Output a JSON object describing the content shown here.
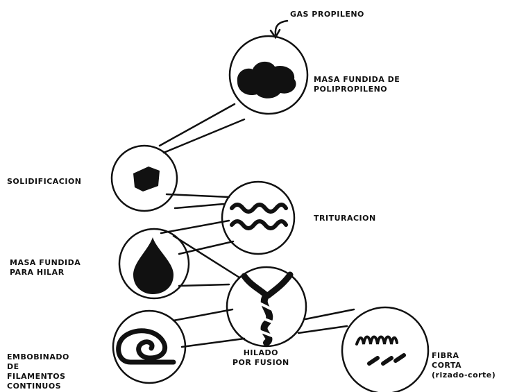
{
  "top_label": "GAS PROPILENO",
  "stages": {
    "molten_mass": {
      "line1": "MASA FUNDIDA DE",
      "line2": "POLIPROPILENO"
    },
    "solidification": {
      "line1": "SOLIDIFICACION"
    },
    "grinding": {
      "line1": "TRITURACION"
    },
    "spinning_melt": {
      "line1": "MASA FUNDIDA",
      "line2": "PARA HILAR"
    },
    "melt_spinning": {
      "line1": "HILADO",
      "line2": "POR FUSION"
    },
    "winding": {
      "line1": "EMBOBINADO",
      "line2": "DE",
      "line3": "FILAMENTOS",
      "line4": "CONTINUOS"
    },
    "staple_fiber": {
      "line1": "FIBRA",
      "line2": "CORTA",
      "line3": "(rizado-corte)"
    }
  },
  "colors": {
    "ink": "#111111",
    "paper": "#ffffff"
  }
}
